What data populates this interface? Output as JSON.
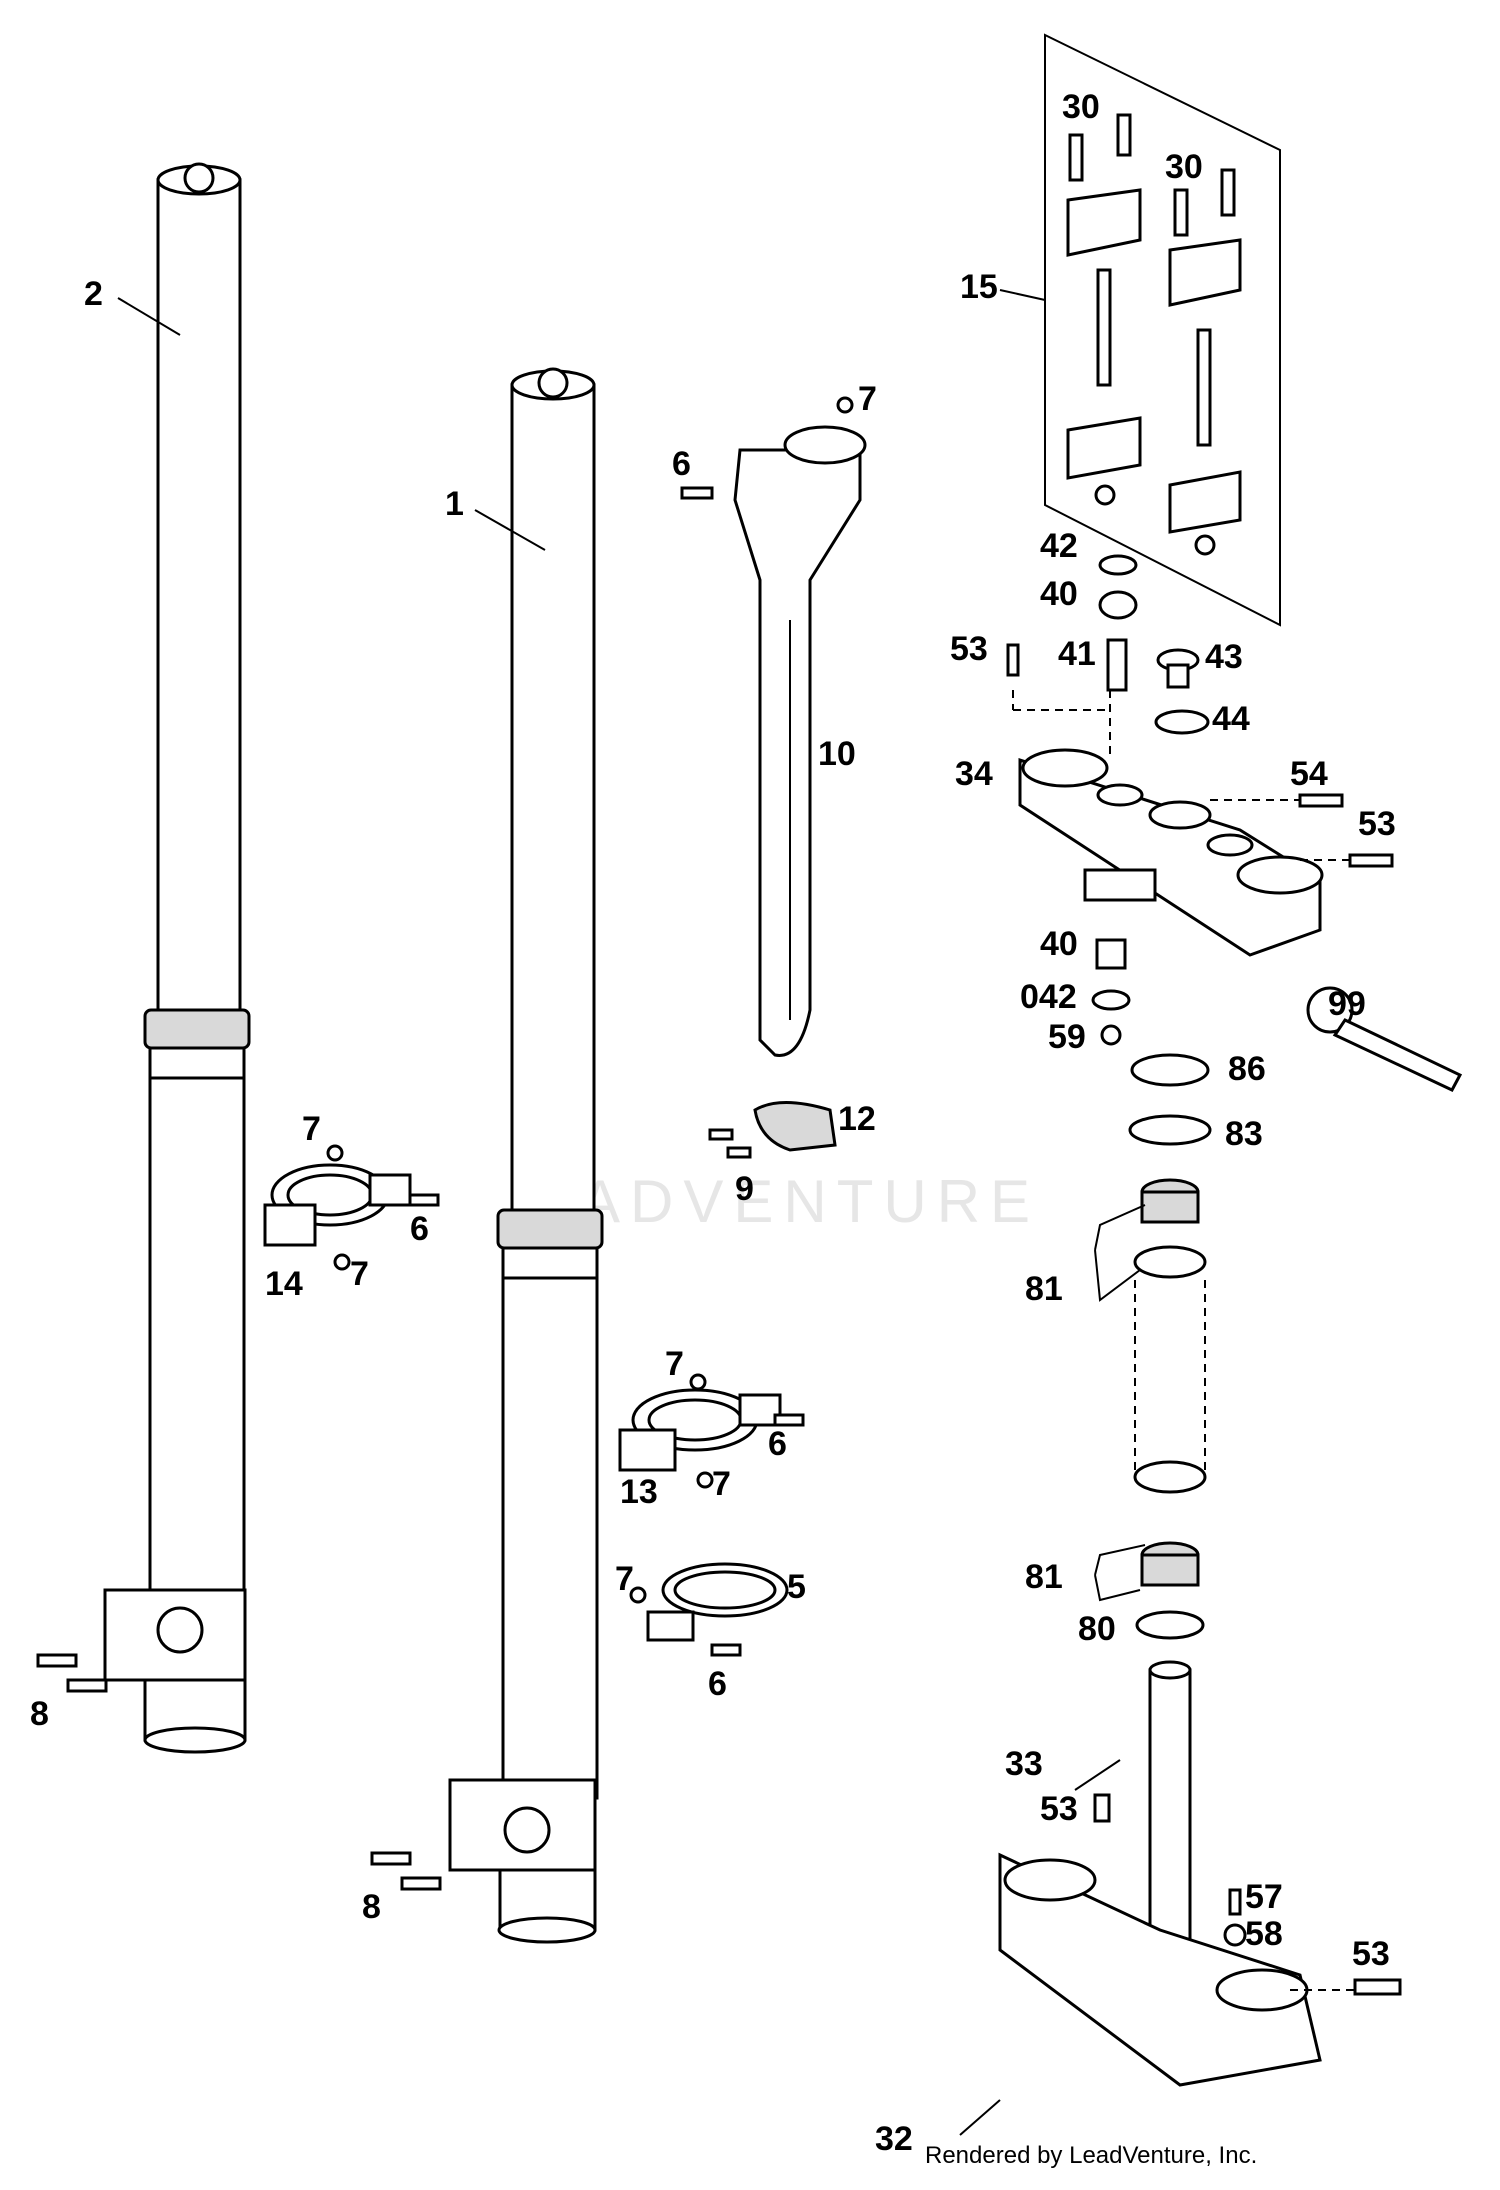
{
  "labels": {
    "l1": "1",
    "l2": "2",
    "l5": "5",
    "l6a": "6",
    "l6b": "6",
    "l6c": "6",
    "l6d": "6",
    "l7a": "7",
    "l7b": "7",
    "l7c": "7",
    "l7d": "7",
    "l7e": "7",
    "l7f": "7",
    "l8a": "8",
    "l8b": "8",
    "l9": "9",
    "l10": "10",
    "l12": "12",
    "l13": "13",
    "l14": "14",
    "l15": "15",
    "l30a": "30",
    "l30b": "30",
    "l32": "32",
    "l33": "33",
    "l34": "34",
    "l40a": "40",
    "l40b": "40",
    "l41": "41",
    "l42": "42",
    "l042": "042",
    "l43": "43",
    "l44": "44",
    "l53a": "53",
    "l53b": "53",
    "l53c": "53",
    "l53d": "53",
    "l54": "54",
    "l57": "57",
    "l58": "58",
    "l59": "59",
    "l80": "80",
    "l81a": "81",
    "l81b": "81",
    "l83": "83",
    "l86": "86",
    "l99": "99"
  },
  "watermark": "EADVENTURE",
  "credit": "Rendered by LeadVenture, Inc."
}
